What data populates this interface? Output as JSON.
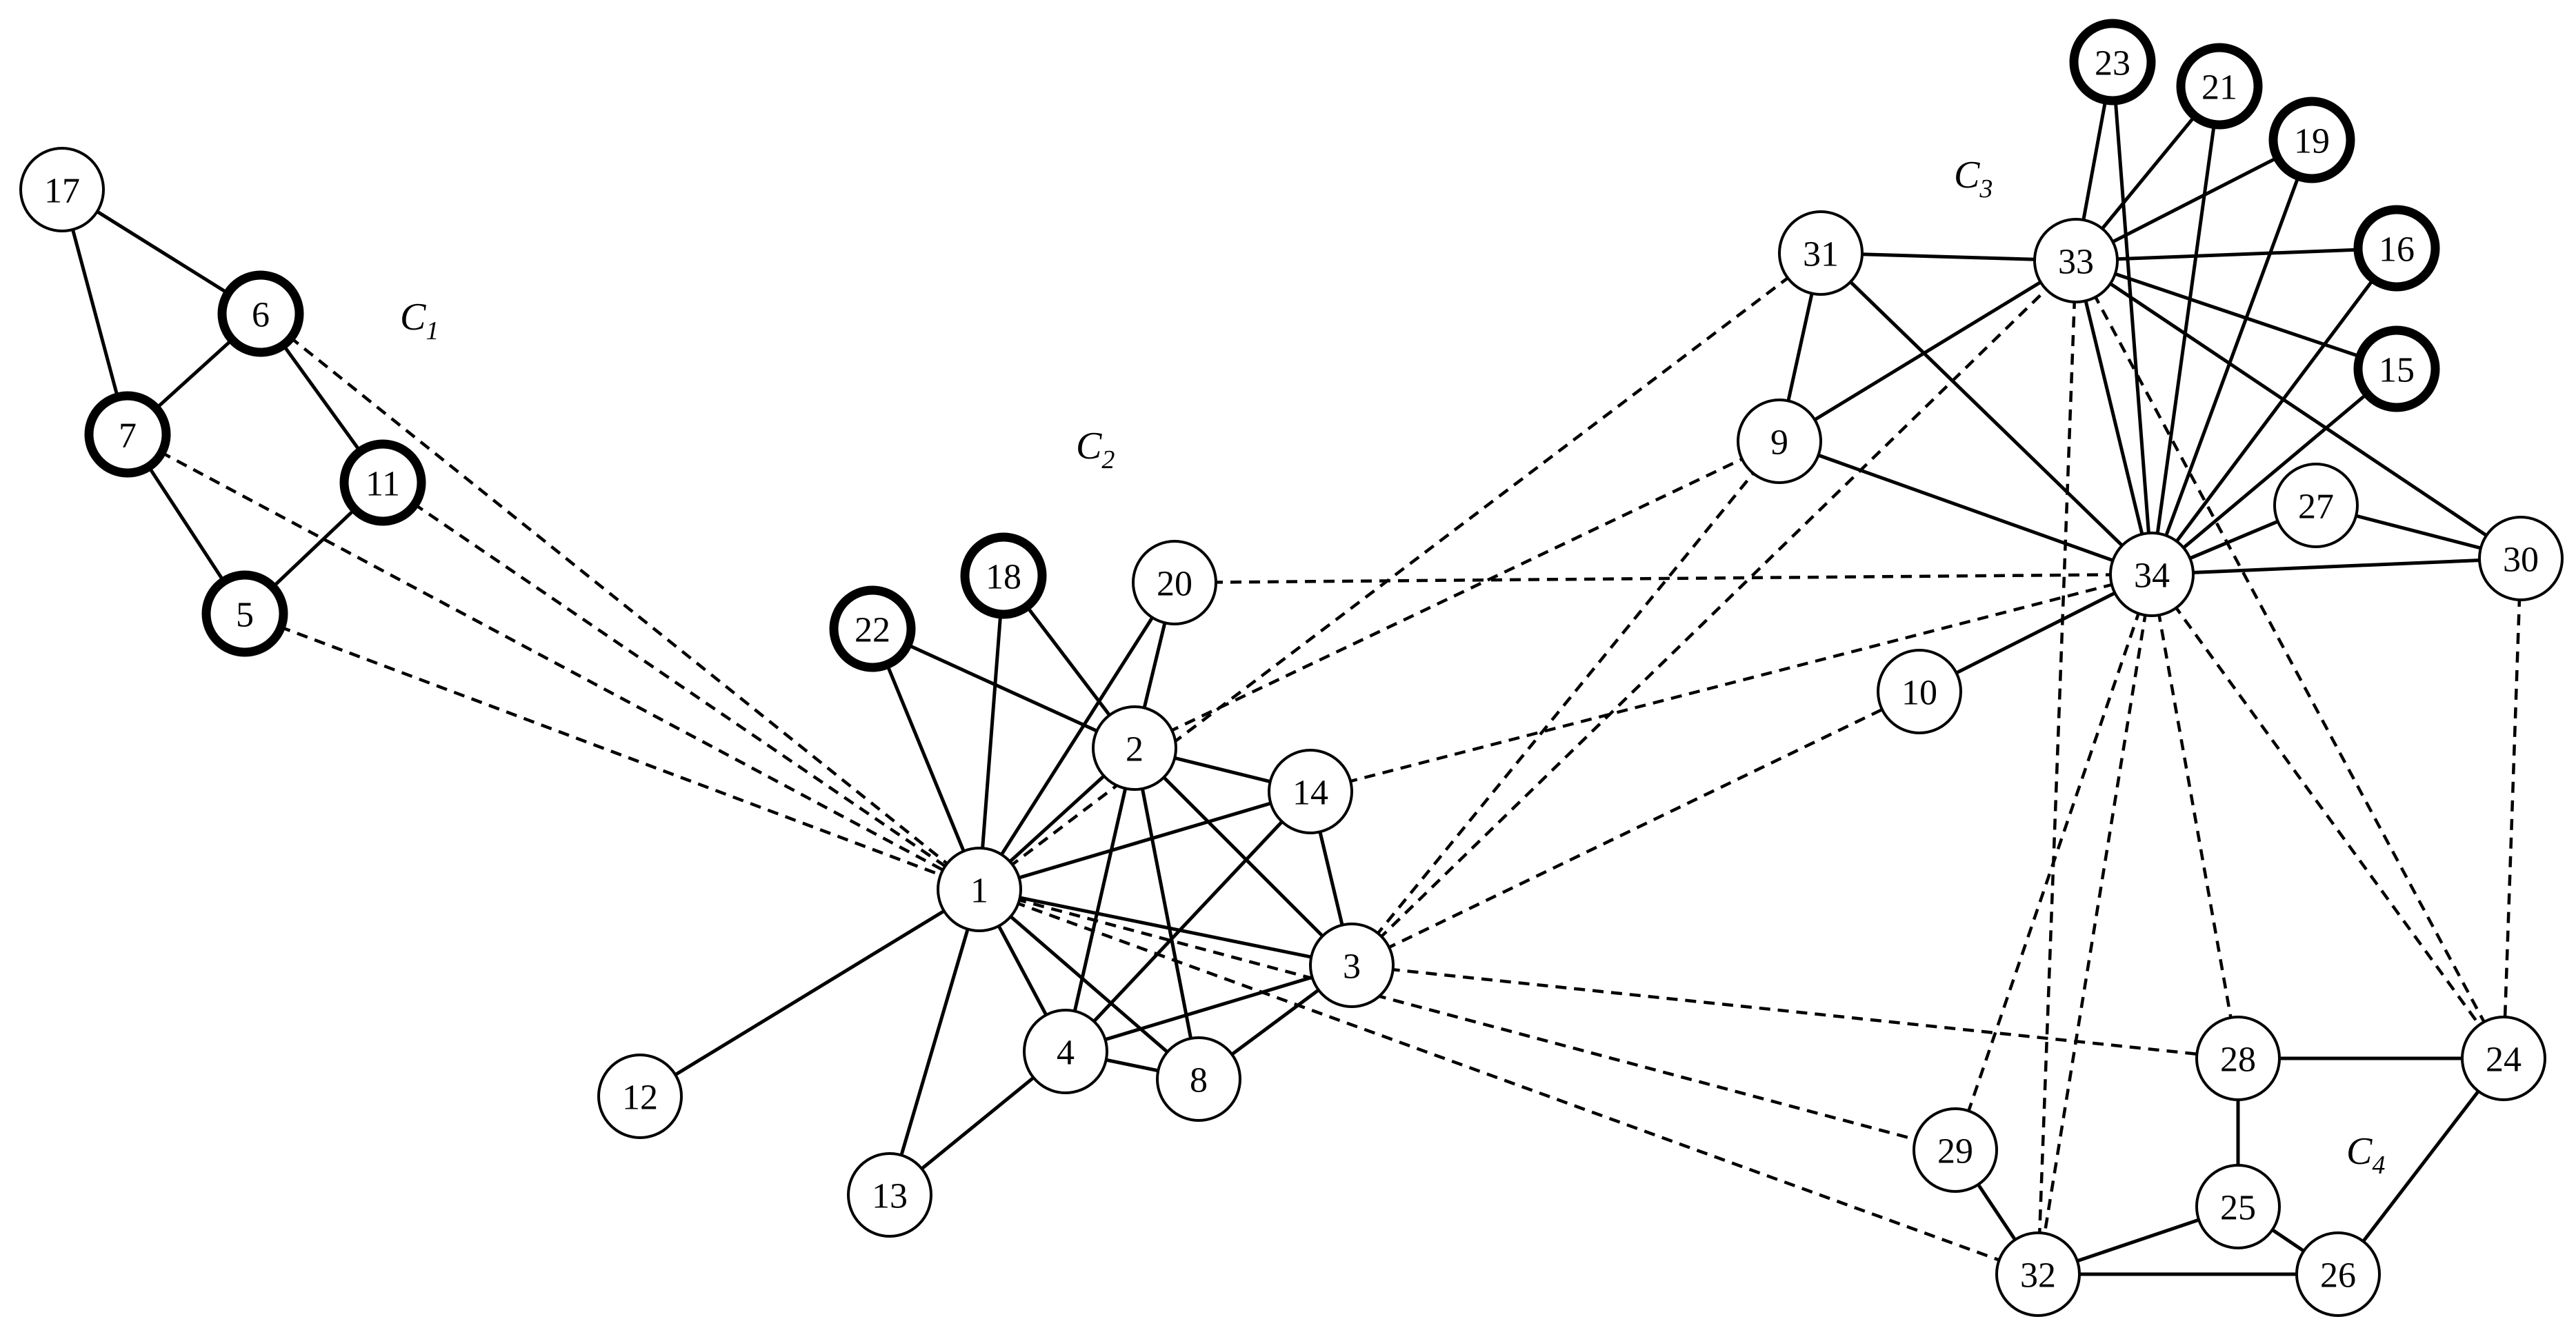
{
  "colors": {
    "stroke": "#000000",
    "fill": "#ffffff",
    "background": "#ffffff"
  },
  "clusters": [
    {
      "id": "c1",
      "letter": "C",
      "sub": "1"
    },
    {
      "id": "c2",
      "letter": "C",
      "sub": "2"
    },
    {
      "id": "c3",
      "letter": "C",
      "sub": "3"
    },
    {
      "id": "c4",
      "letter": "C",
      "sub": "4"
    }
  ],
  "nodes": [
    {
      "id": 1,
      "label": "1",
      "bold": false
    },
    {
      "id": 2,
      "label": "2",
      "bold": false
    },
    {
      "id": 3,
      "label": "3",
      "bold": false
    },
    {
      "id": 4,
      "label": "4",
      "bold": false
    },
    {
      "id": 5,
      "label": "5",
      "bold": true
    },
    {
      "id": 6,
      "label": "6",
      "bold": true
    },
    {
      "id": 7,
      "label": "7",
      "bold": true
    },
    {
      "id": 8,
      "label": "8",
      "bold": false
    },
    {
      "id": 9,
      "label": "9",
      "bold": false
    },
    {
      "id": 10,
      "label": "10",
      "bold": false
    },
    {
      "id": 11,
      "label": "11",
      "bold": true
    },
    {
      "id": 12,
      "label": "12",
      "bold": false
    },
    {
      "id": 13,
      "label": "13",
      "bold": false
    },
    {
      "id": 14,
      "label": "14",
      "bold": false
    },
    {
      "id": 15,
      "label": "15",
      "bold": true
    },
    {
      "id": 16,
      "label": "16",
      "bold": true
    },
    {
      "id": 17,
      "label": "17",
      "bold": false
    },
    {
      "id": 18,
      "label": "18",
      "bold": true
    },
    {
      "id": 19,
      "label": "19",
      "bold": true
    },
    {
      "id": 20,
      "label": "20",
      "bold": false
    },
    {
      "id": 21,
      "label": "21",
      "bold": true
    },
    {
      "id": 22,
      "label": "22",
      "bold": true
    },
    {
      "id": 23,
      "label": "23",
      "bold": true
    },
    {
      "id": 24,
      "label": "24",
      "bold": false
    },
    {
      "id": 25,
      "label": "25",
      "bold": false
    },
    {
      "id": 26,
      "label": "26",
      "bold": false
    },
    {
      "id": 27,
      "label": "27",
      "bold": false
    },
    {
      "id": 28,
      "label": "28",
      "bold": false
    },
    {
      "id": 29,
      "label": "29",
      "bold": false
    },
    {
      "id": 30,
      "label": "30",
      "bold": false
    },
    {
      "id": 31,
      "label": "31",
      "bold": false
    },
    {
      "id": 32,
      "label": "32",
      "bold": false
    },
    {
      "id": 33,
      "label": "33",
      "bold": false
    },
    {
      "id": 34,
      "label": "34",
      "bold": false
    }
  ],
  "edges": [
    {
      "from": 17,
      "to": 6,
      "style": "solid"
    },
    {
      "from": 17,
      "to": 7,
      "style": "solid"
    },
    {
      "from": 6,
      "to": 7,
      "style": "solid"
    },
    {
      "from": 6,
      "to": 11,
      "style": "solid"
    },
    {
      "from": 7,
      "to": 5,
      "style": "solid"
    },
    {
      "from": 11,
      "to": 5,
      "style": "solid"
    },
    {
      "from": 6,
      "to": 1,
      "style": "dashed"
    },
    {
      "from": 7,
      "to": 1,
      "style": "dashed"
    },
    {
      "from": 11,
      "to": 1,
      "style": "dashed"
    },
    {
      "from": 5,
      "to": 1,
      "style": "dashed"
    },
    {
      "from": 22,
      "to": 1,
      "style": "solid"
    },
    {
      "from": 22,
      "to": 2,
      "style": "solid"
    },
    {
      "from": 18,
      "to": 1,
      "style": "solid"
    },
    {
      "from": 18,
      "to": 2,
      "style": "solid"
    },
    {
      "from": 20,
      "to": 1,
      "style": "solid"
    },
    {
      "from": 20,
      "to": 2,
      "style": "solid"
    },
    {
      "from": 1,
      "to": 2,
      "style": "solid"
    },
    {
      "from": 1,
      "to": 3,
      "style": "solid"
    },
    {
      "from": 1,
      "to": 4,
      "style": "solid"
    },
    {
      "from": 1,
      "to": 8,
      "style": "solid"
    },
    {
      "from": 1,
      "to": 12,
      "style": "solid"
    },
    {
      "from": 1,
      "to": 13,
      "style": "solid"
    },
    {
      "from": 1,
      "to": 14,
      "style": "solid"
    },
    {
      "from": 2,
      "to": 3,
      "style": "solid"
    },
    {
      "from": 2,
      "to": 4,
      "style": "solid"
    },
    {
      "from": 2,
      "to": 8,
      "style": "solid"
    },
    {
      "from": 2,
      "to": 14,
      "style": "solid"
    },
    {
      "from": 3,
      "to": 4,
      "style": "solid"
    },
    {
      "from": 3,
      "to": 8,
      "style": "solid"
    },
    {
      "from": 3,
      "to": 14,
      "style": "solid"
    },
    {
      "from": 4,
      "to": 8,
      "style": "solid"
    },
    {
      "from": 4,
      "to": 14,
      "style": "solid"
    },
    {
      "from": 4,
      "to": 13,
      "style": "solid"
    },
    {
      "from": 1,
      "to": 31,
      "style": "dashed"
    },
    {
      "from": 1,
      "to": 29,
      "style": "dashed"
    },
    {
      "from": 1,
      "to": 32,
      "style": "dashed"
    },
    {
      "from": 20,
      "to": 34,
      "style": "dashed"
    },
    {
      "from": 14,
      "to": 34,
      "style": "dashed"
    },
    {
      "from": 2,
      "to": 9,
      "style": "dashed"
    },
    {
      "from": 3,
      "to": 9,
      "style": "dashed"
    },
    {
      "from": 3,
      "to": 33,
      "style": "dashed"
    },
    {
      "from": 3,
      "to": 10,
      "style": "dashed"
    },
    {
      "from": 3,
      "to": 28,
      "style": "dashed"
    },
    {
      "from": 31,
      "to": 33,
      "style": "solid"
    },
    {
      "from": 31,
      "to": 9,
      "style": "solid"
    },
    {
      "from": 31,
      "to": 34,
      "style": "solid"
    },
    {
      "from": 9,
      "to": 33,
      "style": "solid"
    },
    {
      "from": 9,
      "to": 34,
      "style": "solid"
    },
    {
      "from": 10,
      "to": 34,
      "style": "solid"
    },
    {
      "from": 23,
      "to": 33,
      "style": "solid"
    },
    {
      "from": 23,
      "to": 34,
      "style": "solid"
    },
    {
      "from": 21,
      "to": 33,
      "style": "solid"
    },
    {
      "from": 21,
      "to": 34,
      "style": "solid"
    },
    {
      "from": 19,
      "to": 33,
      "style": "solid"
    },
    {
      "from": 19,
      "to": 34,
      "style": "solid"
    },
    {
      "from": 16,
      "to": 33,
      "style": "solid"
    },
    {
      "from": 16,
      "to": 34,
      "style": "solid"
    },
    {
      "from": 15,
      "to": 33,
      "style": "solid"
    },
    {
      "from": 15,
      "to": 34,
      "style": "solid"
    },
    {
      "from": 33,
      "to": 34,
      "style": "solid"
    },
    {
      "from": 33,
      "to": 30,
      "style": "solid"
    },
    {
      "from": 27,
      "to": 34,
      "style": "solid"
    },
    {
      "from": 27,
      "to": 30,
      "style": "solid"
    },
    {
      "from": 30,
      "to": 34,
      "style": "solid"
    },
    {
      "from": 33,
      "to": 24,
      "style": "dashed"
    },
    {
      "from": 33,
      "to": 32,
      "style": "dashed"
    },
    {
      "from": 34,
      "to": 24,
      "style": "dashed"
    },
    {
      "from": 34,
      "to": 28,
      "style": "dashed"
    },
    {
      "from": 34,
      "to": 29,
      "style": "dashed"
    },
    {
      "from": 34,
      "to": 32,
      "style": "dashed"
    },
    {
      "from": 30,
      "to": 24,
      "style": "dashed"
    },
    {
      "from": 28,
      "to": 24,
      "style": "solid"
    },
    {
      "from": 28,
      "to": 25,
      "style": "solid"
    },
    {
      "from": 24,
      "to": 26,
      "style": "solid"
    },
    {
      "from": 25,
      "to": 26,
      "style": "solid"
    },
    {
      "from": 25,
      "to": 32,
      "style": "solid"
    },
    {
      "from": 26,
      "to": 32,
      "style": "solid"
    },
    {
      "from": 29,
      "to": 32,
      "style": "solid"
    }
  ]
}
